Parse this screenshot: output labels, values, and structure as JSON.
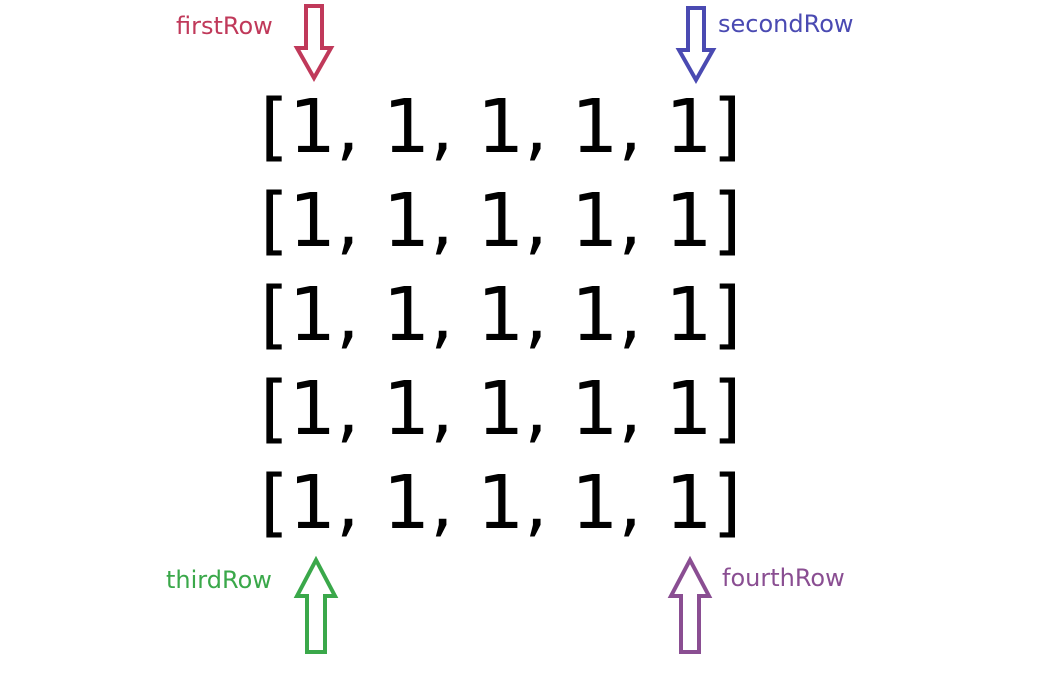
{
  "labels": {
    "first_row": "firstRow",
    "second_row": "secondRow",
    "third_row": "thirdRow",
    "fourth_row": "fourthRow"
  },
  "matrix": {
    "rows": [
      "[1, 1, 1, 1, 1]",
      "[1, 1, 1, 1, 1]",
      "[1, 1, 1, 1, 1]",
      "[1, 1, 1, 1, 1]",
      "[1, 1, 1, 1, 1]"
    ]
  },
  "colors": {
    "first_row": "#c0395a",
    "second_row": "#4a4ab2",
    "third_row": "#3aa84a",
    "fourth_row": "#8a4e92"
  },
  "icons": {
    "first_row": "arrow-down-icon",
    "second_row": "arrow-down-icon",
    "third_row": "arrow-up-icon",
    "fourth_row": "arrow-up-icon"
  }
}
